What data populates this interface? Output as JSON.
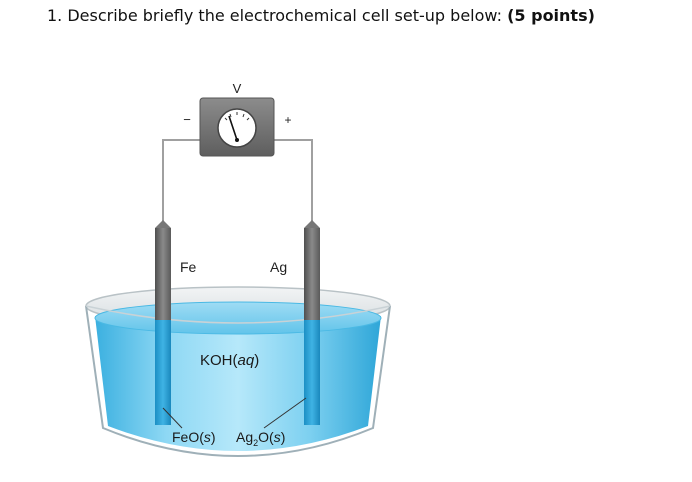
{
  "question": {
    "number": "1.",
    "text": "Describe briefly the electrochemical cell set-up below:",
    "points": "(5 points)"
  },
  "figure": {
    "voltmeter_label": "V",
    "minus_sign": "−",
    "plus_sign": "+",
    "left_electrode": "Fe",
    "right_electrode": "Ag",
    "solution": {
      "formula": "KOH",
      "state": "aq"
    },
    "products": {
      "left": {
        "formula": "FeO",
        "state": "s"
      },
      "right": {
        "formula_a": "Ag",
        "subscript": "2",
        "formula_b": "O",
        "state": "s"
      }
    },
    "colors": {
      "liquid": "#5bc8ec",
      "liquid_light": "#b4e6f8",
      "electrode": "#6e6e6e",
      "meter_body": "#7a7a7a",
      "wire": "#9a9a9a"
    }
  }
}
